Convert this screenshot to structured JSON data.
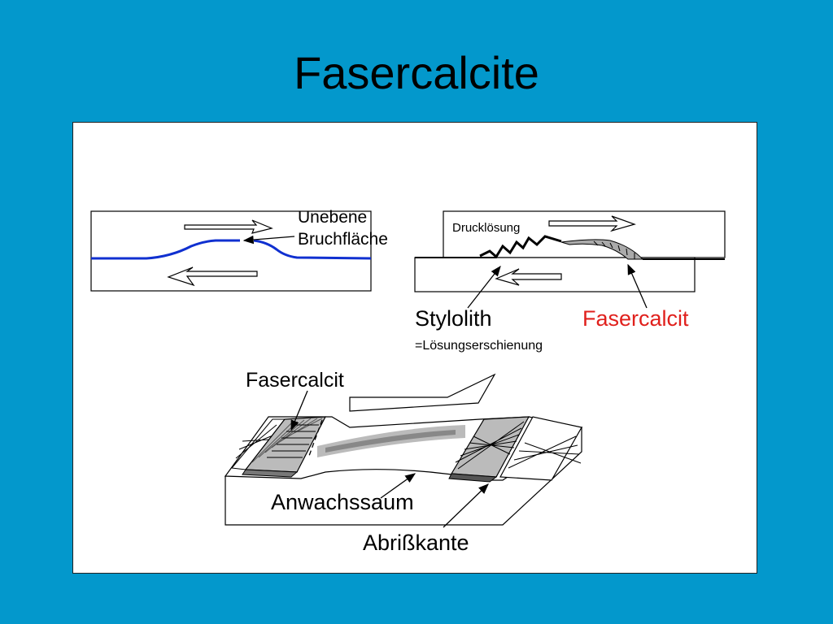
{
  "title": "Fasercalcite",
  "colors": {
    "background": "#0398cc",
    "fracture_line": "#1030d0",
    "fasercalcit_label": "#e0201c",
    "panel": "#ffffff"
  },
  "figure": {
    "top_left": {
      "label_line1": "Unebene",
      "label_line2": "Bruchfläche"
    },
    "top_right": {
      "block_label": "Drucklösung",
      "stylolith_label": "Stylolith",
      "stylolith_note": "=Lösungserschienung",
      "fasercalcit_label": "Fasercalcit"
    },
    "bottom": {
      "fasercalcit_label": "Fasercalcit",
      "anwachssaum_label": "Anwachssaum",
      "abrisskante_label": "Abrißkante"
    }
  },
  "icons": [
    "shear-arrow-right-icon",
    "shear-arrow-left-icon",
    "pointer-arrow-icon"
  ]
}
